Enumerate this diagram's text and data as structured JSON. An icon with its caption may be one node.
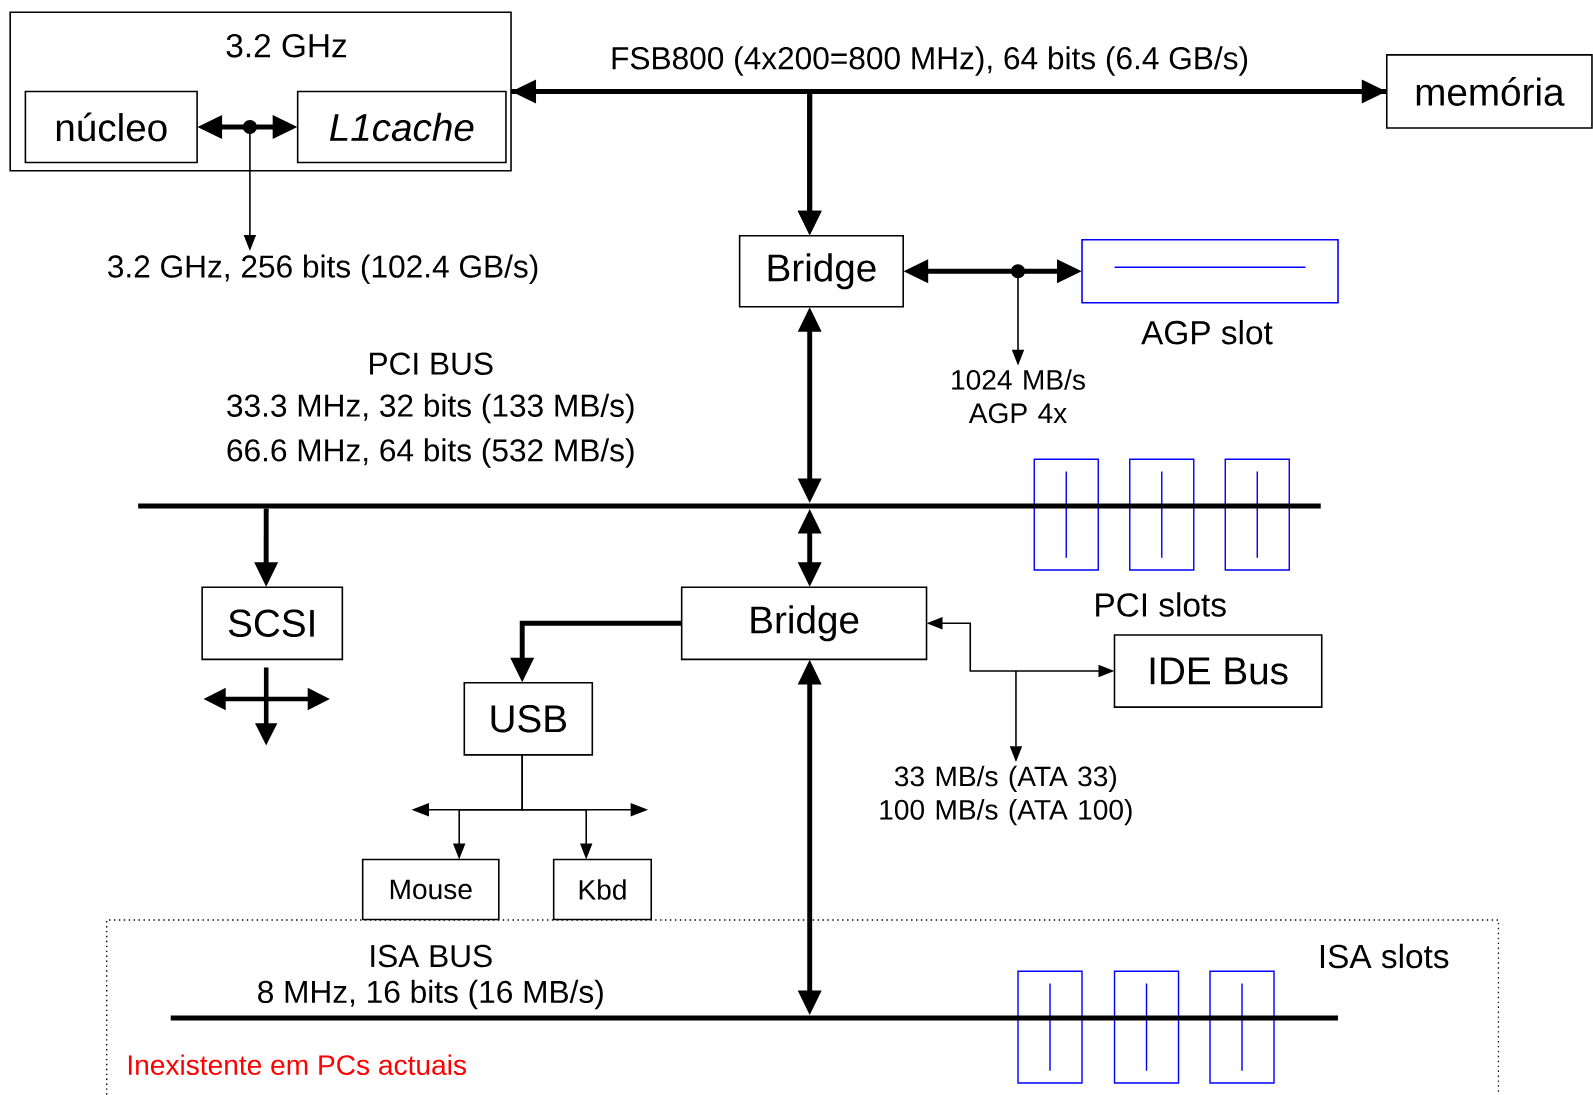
{
  "diagram": {
    "nodes": [
      {
        "text": [
          "3.2 GHz"
        ]
      },
      {
        "text": [
          "núcleo"
        ],
        "in": 0
      },
      {
        "text": [
          "L1cache"
        ],
        "in": 0
      },
      {
        "text": [
          "memória"
        ]
      },
      {
        "text": [
          "Bridge"
        ]
      },
      {
        "text": [
          "AGP slot"
        ]
      },
      {
        "text": [
          "3.2 GHz, 256 bits (102.4 GB/s)"
        ]
      },
      {
        "text": [
          "1024 MB/s AGP 4x"
        ]
      },
      {
        "text": [
          "PCI BUS",
          "33.3 MHz, 32 bits (133 MB/s)",
          "66.6 MHz, 64 bits (532 MB/s)"
        ]
      },
      {
        "text": [
          "SCSI"
        ]
      },
      {
        "text": [
          "Bridge"
        ]
      },
      {
        "text": [
          "USB"
        ]
      },
      {
        "text": [
          "IDE Bus"
        ]
      },
      {
        "text": [
          "33 MB/s (ATA 33) 100 MB/s (ATA 100)"
        ]
      },
      {
        "text": [
          "Mouse"
        ]
      },
      {
        "text": [
          "Kbd"
        ]
      },
      {
        "text": [
          "Inexistente em PCs actuais"
        ]
      },
      {
        "text": [
          "ISA BUS",
          "8 MHz, 16 bits (16 MB/s)"
        ],
        "in": 16
      }
    ],
    "edges": [
      {
        "from": 0,
        "to": 3,
        "arrow": "both",
        "label": "FSB800 (4x200=800 MHz), 64 bits (6.4 GB/s)"
      },
      {
        "from": 0,
        "to": 4,
        "arrow": "to"
      },
      {
        "from": 3,
        "to": 4,
        "arrow": "to"
      },
      {
        "from": 1,
        "to": 2,
        "arrow": "both"
      },
      {
        "from": null,
        "to": 6,
        "arrow": "to"
      },
      {
        "from": 4,
        "to": 5,
        "arrow": "both"
      },
      {
        "from": null,
        "to": 7,
        "arrow": "to"
      },
      {
        "from": 4,
        "to": 8,
        "arrow": "both"
      },
      {
        "from": 8,
        "to": 10,
        "arrow": "both"
      },
      {
        "from": 8,
        "to": 9,
        "arrow": "to"
      },
      {
        "from": 10,
        "to": 11,
        "arrow": "to"
      },
      {
        "from": 10,
        "to": 12,
        "arrow": "both"
      },
      {
        "from": null,
        "to": 13,
        "arrow": "to"
      },
      {
        "from": 11,
        "to": 14,
        "arrow": "to"
      },
      {
        "from": 11,
        "to": 15,
        "arrow": "to"
      },
      {
        "from": 10,
        "to": 17,
        "arrow": "both"
      }
    ],
    "labels": [
      "PCI slots",
      "ISA slots"
    ]
  }
}
